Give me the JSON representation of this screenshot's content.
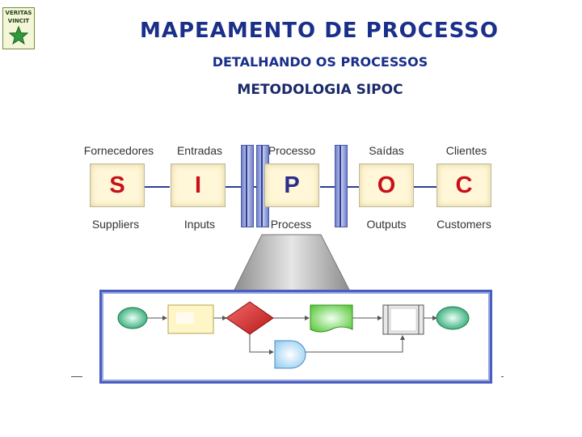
{
  "logo": {
    "line1": "VERITAS",
    "line2": "VINCIT",
    "colors": {
      "star": "#2e9b3a",
      "text": "#1e3d14"
    }
  },
  "title": "MAPEAMENTO DE PROCESSO",
  "subtitle": "DETALHANDO OS  PROCESSOS",
  "methodology": "METODOLOGIA SIPOC",
  "sipoc": [
    {
      "top": "Fornecedores",
      "letter": "S",
      "bottom": "Suppliers"
    },
    {
      "top": "Entradas",
      "letter": "I",
      "bottom": "Inputs"
    },
    {
      "top": "Processo",
      "letter": "P",
      "bottom": "Process"
    },
    {
      "top": "Saídas",
      "letter": "O",
      "bottom": "Outputs"
    },
    {
      "top": "Clientes",
      "letter": "C",
      "bottom": "Customers"
    }
  ],
  "flowchart_shapes": [
    "start-oval",
    "process-rectangle",
    "decision-diamond",
    "document",
    "predefined-process",
    "end-oval",
    "delay-shape"
  ],
  "colors": {
    "title": "#1a2f8a",
    "letters_red": "#c8101a",
    "letter_p": "#2d2d8e",
    "frame": "#4a5ec0",
    "box_fill": "#fff7d8"
  }
}
